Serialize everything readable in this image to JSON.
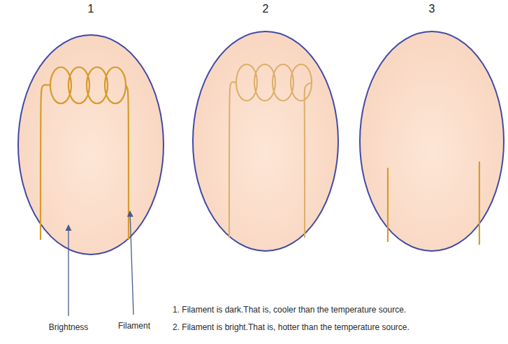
{
  "diagram": {
    "nodes": [
      {
        "text": [
          "1"
        ]
      },
      {
        "text": [
          "2"
        ]
      },
      {
        "text": [
          "3"
        ]
      }
    ],
    "labels": [
      "Brightness",
      "Filament",
      "1. Filament is dark.That is, cooler than the temperature source.",
      "2. Filament is bright.That is, hotter than the temperature source."
    ]
  }
}
